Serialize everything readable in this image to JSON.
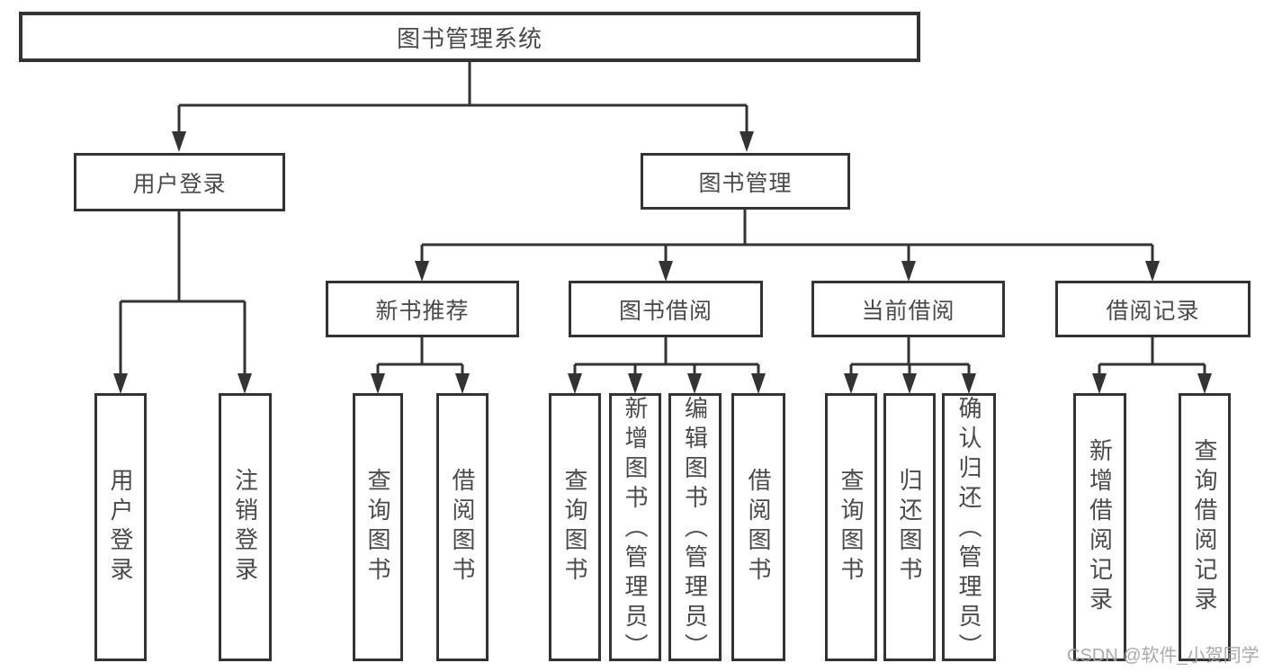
{
  "diagram": {
    "title": "图书管理系统",
    "branches": [
      {
        "label": "用户登录",
        "children": [
          "用户登录",
          "注销登录"
        ]
      },
      {
        "label": "图书管理",
        "modules": [
          {
            "label": "新书推荐",
            "children": [
              "查询图书",
              "借阅图书"
            ]
          },
          {
            "label": "图书借阅",
            "children": [
              "查询图书",
              "新增图书（管理员）",
              "编辑图书（管理员）",
              "借阅图书"
            ]
          },
          {
            "label": "当前借阅",
            "children": [
              "查询图书",
              "归还图书",
              "确认归还（管理员）"
            ]
          },
          {
            "label": "借阅记录",
            "children": [
              "新增借阅记录",
              "查询借阅记录"
            ]
          }
        ]
      }
    ]
  },
  "watermark": {
    "text": "CSDN @软件_小贺同学"
  },
  "colors": {
    "line": "#333333",
    "box_border": "#333333",
    "text": "#4a4a4a",
    "watermark": "#a3a3a3",
    "background": "#ffffff"
  }
}
